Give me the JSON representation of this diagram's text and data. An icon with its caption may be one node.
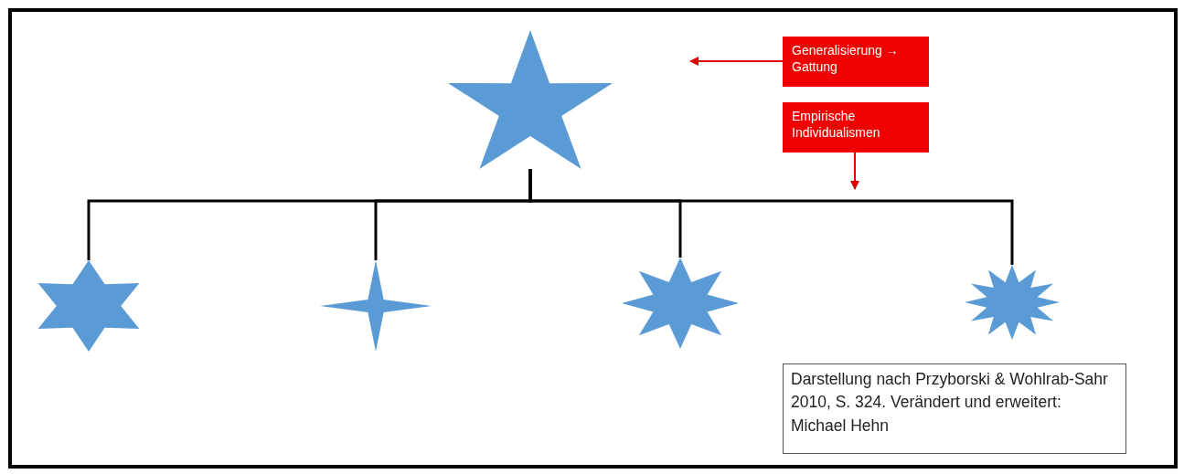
{
  "diagram": {
    "nodes": [
      {
        "text": [],
        "shape": "star"
      },
      {
        "text": [
          "Generalisierung → Gattung"
        ]
      },
      {
        "text": [
          "Empirische Individualismen"
        ]
      },
      {
        "text": [],
        "shape": "star"
      },
      {
        "text": [],
        "shape": "star"
      },
      {
        "text": [],
        "shape": "star"
      },
      {
        "text": [],
        "shape": "star"
      },
      {
        "text": [
          "Darstellung nach Przyborski & Wohlrab-Sahr 2010, S. 324. Verändert und erweitert: Michael Hehn"
        ]
      }
    ],
    "edges": [
      {
        "from": 0,
        "to": 3,
        "arrow": "none"
      },
      {
        "from": 0,
        "to": 4,
        "arrow": "none"
      },
      {
        "from": 0,
        "to": 5,
        "arrow": "none"
      },
      {
        "from": 0,
        "to": 6,
        "arrow": "none"
      },
      {
        "from": 1,
        "to": null,
        "arrow": "to",
        "color": "#e00000"
      },
      {
        "from": 2,
        "to": null,
        "arrow": "to",
        "color": "#e00000"
      }
    ]
  }
}
